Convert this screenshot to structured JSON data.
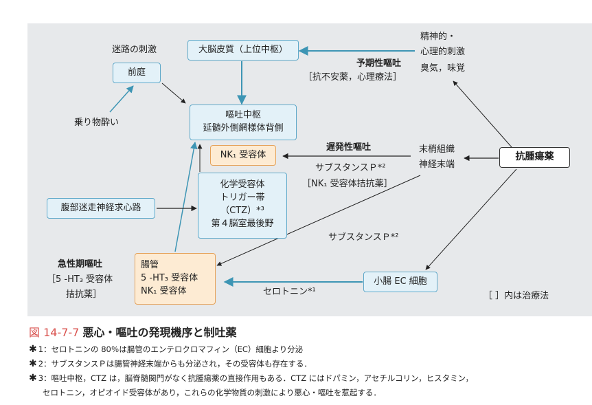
{
  "nodes": {
    "cortex": "大脳皮質（上位中枢）",
    "vestibule": "前庭",
    "center_line1": "嘔吐中枢",
    "center_line2": "延髄外側網様体背側",
    "nk1": "NK₁ 受容体",
    "ctz_line1": "化学受容体",
    "ctz_line2": "トリガー帯",
    "ctz_line3": "（CTZ）*³",
    "ctz_line4": "第４脳室最後野",
    "vagus": "腹部迷走神経求心路",
    "gut_line1": "腸管",
    "gut_line2": "5 -HT₃ 受容体",
    "gut_line3": "NK₁ 受容体",
    "ec_cell": "小腸 EC 細胞",
    "antitumor": "抗腫瘍薬"
  },
  "labels": {
    "labyrinth": "迷路の刺激",
    "motion_sickness": "乗り物酔い",
    "psych_1": "精神的・",
    "psych_2": "心理的刺激",
    "psych_3": "臭気，味覚",
    "anticipatory": "予期性嘔吐",
    "anticipatory_tx": "［抗不安薬，心理療法］",
    "delayed": "遅発性嘔吐",
    "substance_p_1": "サブスタンスＰ*²",
    "nk1_antagonist": "［NK₁ 受容体拮抗薬］",
    "peripheral_1": "末梢組織",
    "peripheral_2": "神経末端",
    "substance_p_2": "サブスタンスＰ*²",
    "acute": "急性期嘔吐",
    "acute_tx_1": "［5 -HT₃ 受容体",
    "acute_tx_2": "拮抗薬］",
    "serotonin": "セロトニン*¹",
    "legend": "［ ］内は治療法"
  },
  "caption": {
    "number": "図 14-7-7",
    "title": "悪心・嘔吐の発現機序と制吐薬"
  },
  "footnotes": {
    "mark": "✱",
    "n1": "1：セロトニンの 80％は腸管のエンテロクロマフィン（EC）細胞より分泌",
    "n2": "2：サブスタンスＰは腸管神経末端からも分泌され，その受容体も存在する．",
    "n3a": "3：嘔吐中枢，CTZ は，脳脊髄関門がなく抗腫瘍薬の直接作用もある．CTZ にはドパミン，アセチルコリン，ヒスタミン，",
    "n3b": "セロトニン，オピオイド受容体があり，これらの化学物質の刺激により悪心・嘔吐を惹起する．"
  },
  "colors": {
    "panel": "#e7e9eb",
    "blue_border": "#5ea8c9",
    "blue_fill": "#e3f1f8",
    "orange_border": "#e5a25a",
    "orange_fill": "#fdebd3",
    "teal_arrow": "#3d95b4",
    "caption_red": "#d9534f"
  }
}
